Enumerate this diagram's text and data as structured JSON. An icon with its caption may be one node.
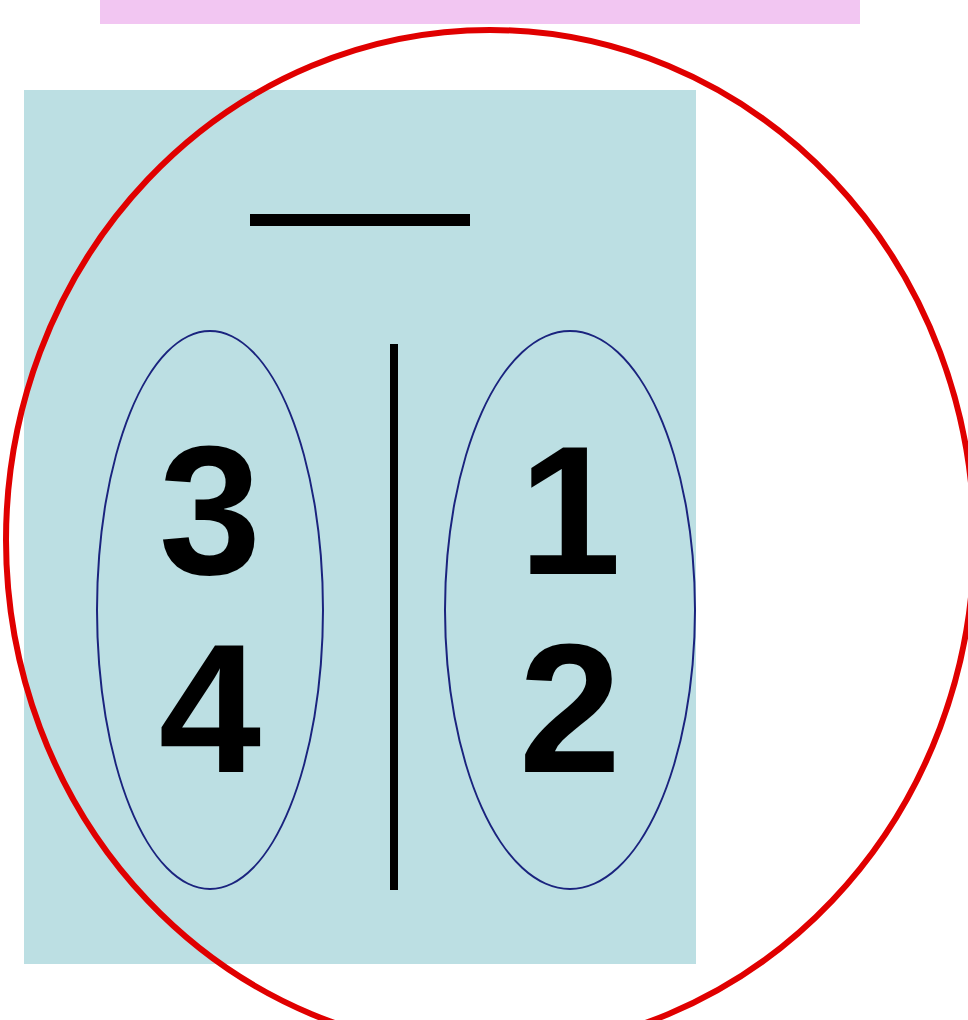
{
  "diagram": {
    "nodes": [
      {
        "text": [
          "3",
          "4"
        ]
      },
      {
        "text": [
          "1",
          "2"
        ]
      }
    ]
  }
}
